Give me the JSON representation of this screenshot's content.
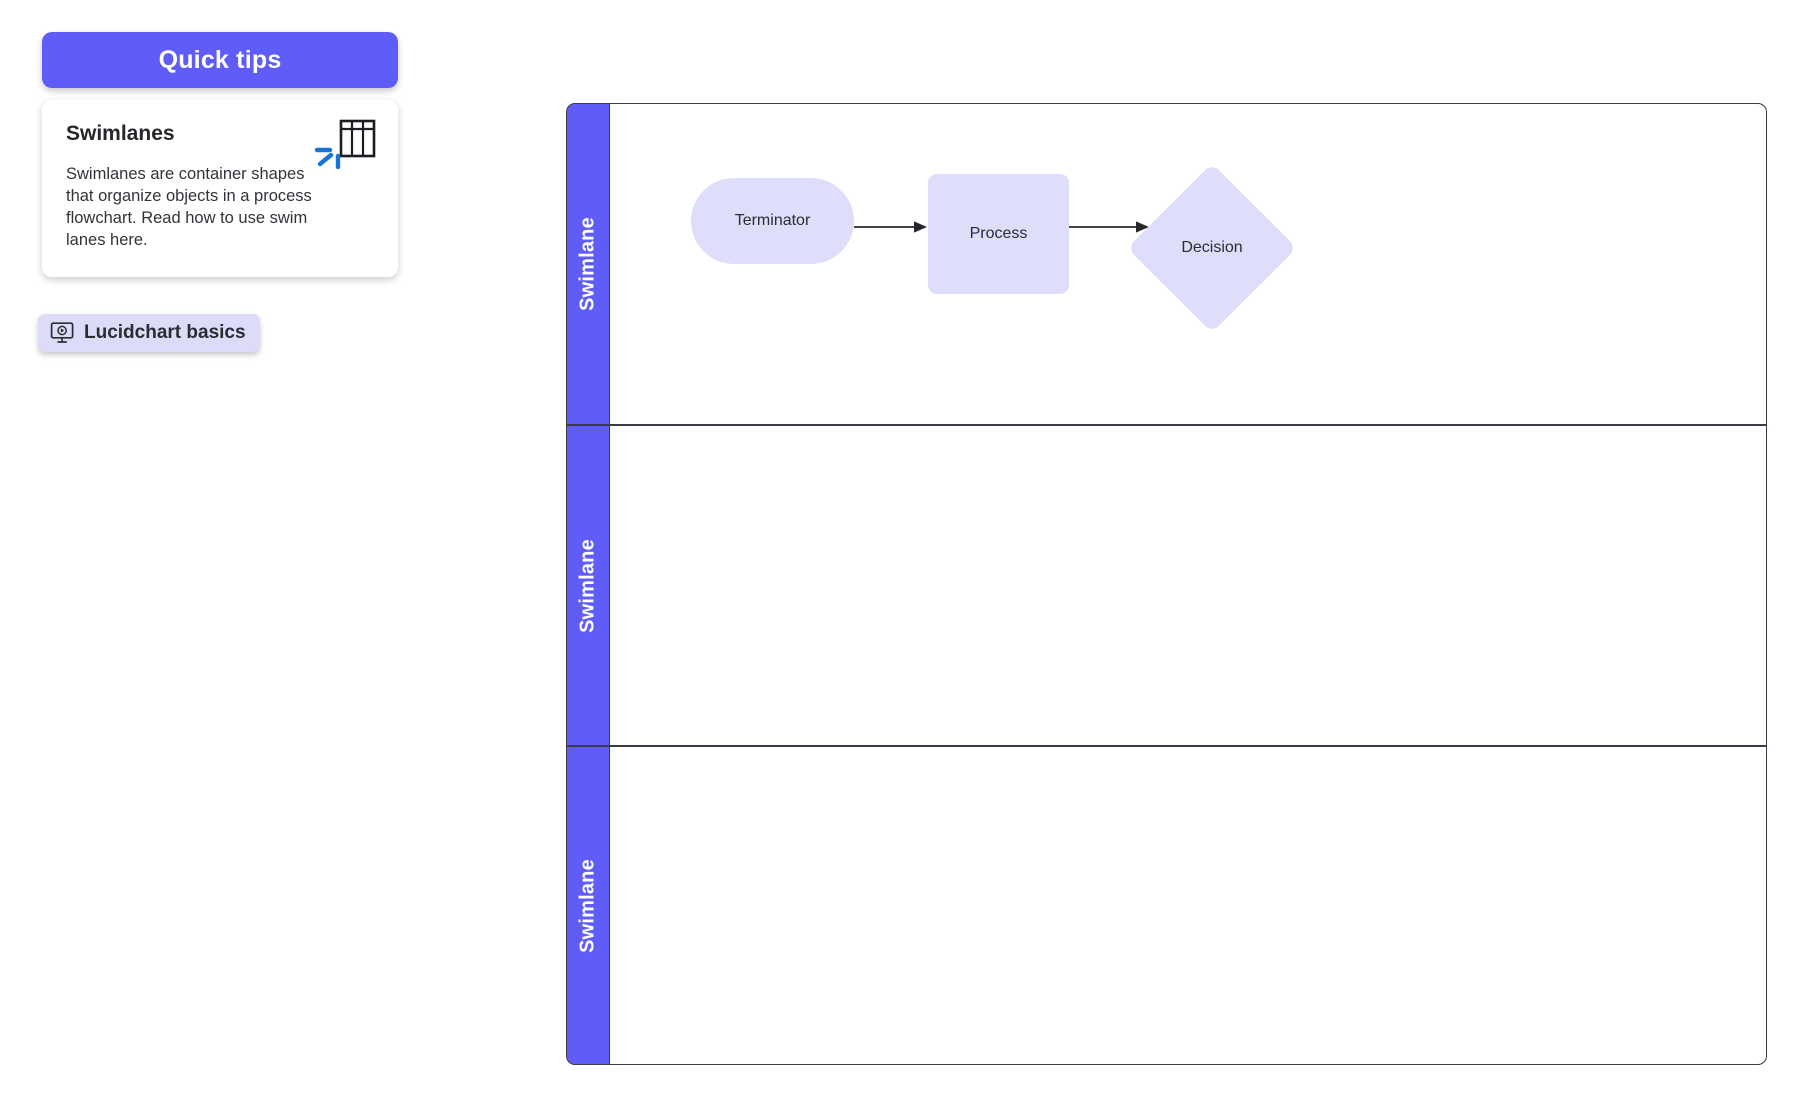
{
  "theme": {
    "accent_purple": "#605cf8",
    "shape_fill": "#dedefb",
    "chip_bg": "#dcdcf9",
    "lane_border": "#3c3c46",
    "sparkle_blue": "#1673d8",
    "text_dark": "#2b2b31"
  },
  "tips": {
    "header_label": "Quick tips",
    "card": {
      "title": "Swimlanes",
      "body": "Swimlanes are container shapes that organize objects in a process flowchart. Read how to use swim lanes here.",
      "icon": "swimlane-table-sparkle-icon"
    },
    "basics_chip": {
      "label": "Lucidchart basics",
      "icon": "monitor-play-icon"
    }
  },
  "canvas": {
    "swimlanes": [
      {
        "label": "Swimlane"
      },
      {
        "label": "Swimlane"
      },
      {
        "label": "Swimlane"
      }
    ],
    "shapes": [
      {
        "id": "terminator",
        "label": "Terminator",
        "type": "terminator"
      },
      {
        "id": "process",
        "label": "Process",
        "type": "process"
      },
      {
        "id": "decision",
        "label": "Decision",
        "type": "decision"
      }
    ],
    "connectors": [
      {
        "from": "terminator",
        "to": "process",
        "arrow": "end"
      },
      {
        "from": "process",
        "to": "decision",
        "arrow": "end"
      }
    ]
  }
}
